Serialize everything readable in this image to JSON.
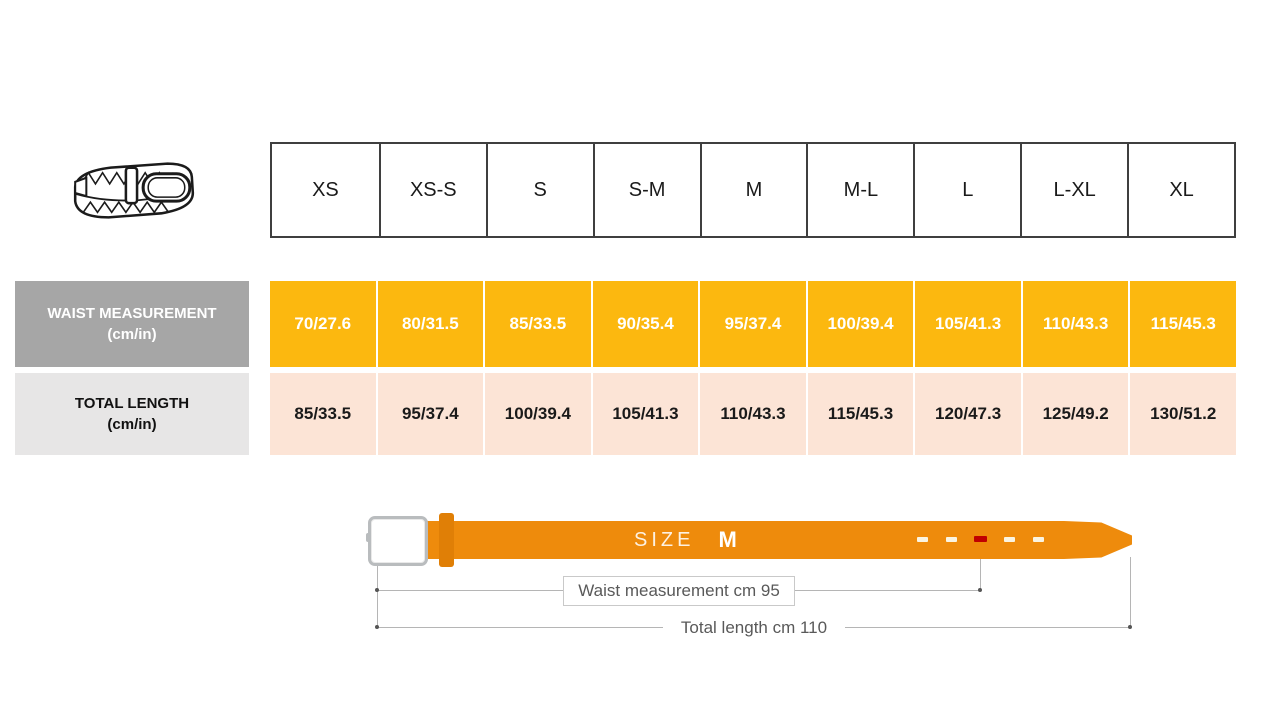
{
  "chart_data": {
    "type": "table",
    "columns": [
      "XS",
      "XS-S",
      "S",
      "S-M",
      "M",
      "M-L",
      "L",
      "L-XL",
      "XL"
    ],
    "rows": [
      {
        "label": "WAIST MEASUREMENT",
        "unit": "(cm/in)",
        "values": [
          "70/27.6",
          "80/31.5",
          "85/33.5",
          "90/35.4",
          "95/37.4",
          "100/39.4",
          "105/41.3",
          "110/43.3",
          "115/45.3"
        ]
      },
      {
        "label": "TOTAL LENGTH",
        "unit": "(cm/in)",
        "values": [
          "85/33.5",
          "95/37.4",
          "100/39.4",
          "105/41.3",
          "110/43.3",
          "115/45.3",
          "120/47.3",
          "125/49.2",
          "130/51.2"
        ]
      }
    ]
  },
  "diagram": {
    "size_word": "SIZE",
    "size_value": "M",
    "waist_label": "Waist measurement cm 95",
    "total_label": "Total length cm 110",
    "holes_count": 5,
    "selected_hole_index": 3
  },
  "icons": {
    "belt_illustration": "braided-belt-icon"
  },
  "colors": {
    "grid_border": "#3f3f3f",
    "label_waist_bg": "#a6a6a6",
    "label_total_bg": "#e7e6e6",
    "waist_row_bg": "#fcb80f",
    "total_row_bg": "#fce4d6",
    "strap": "#ee8b0c",
    "keeper": "#e07f06",
    "hole_red": "#c00000"
  }
}
